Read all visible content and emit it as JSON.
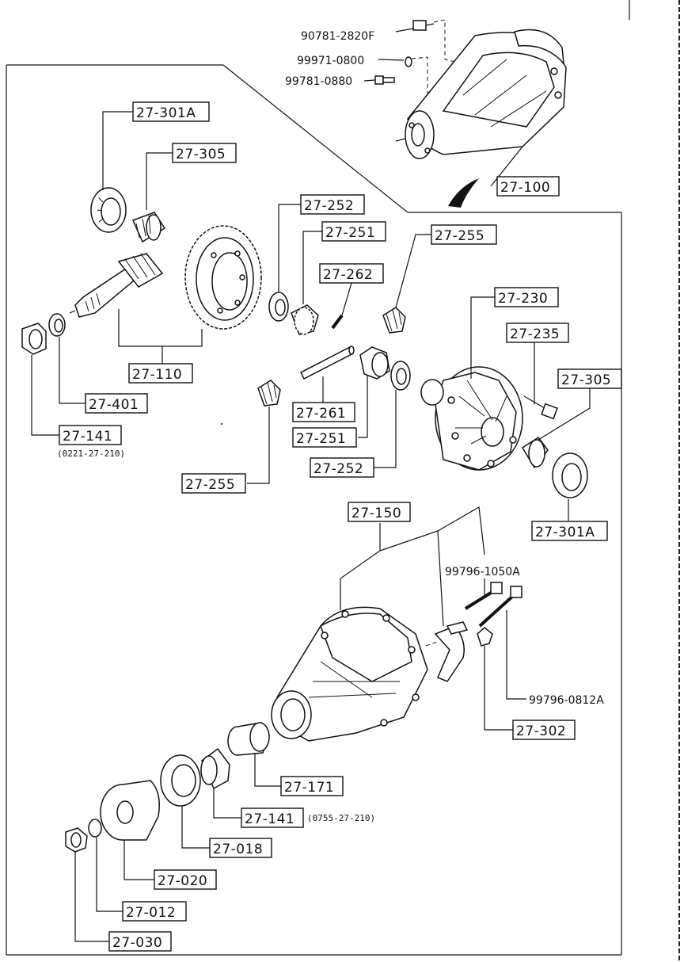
{
  "labels": {
    "p_90781_2820F": "90781-2820F",
    "p_99971_0800": "99971-0800",
    "p_99781_0880": "99781-0880",
    "p_27_100": "27-100",
    "p_27_301A_top": "27-301A",
    "p_27_305_top": "27-305",
    "p_27_252_top": "27-252",
    "p_27_251_top": "27-251",
    "p_27_262": "27-262",
    "p_27_255_top": "27-255",
    "p_27_230": "27-230",
    "p_27_235": "27-235",
    "p_27_305_right": "27-305",
    "p_27_110": "27-110",
    "p_27_401": "27-401",
    "p_27_141_top": "27-141",
    "p_27_261": "27-261",
    "p_27_251_bottom": "27-251",
    "p_27_252_bottom": "27-252",
    "p_27_255_bottom": "27-255",
    "p_27_301A_right": "27-301A",
    "p_27_150": "27-150",
    "p_99796_1050A": "99796-1050A",
    "p_99796_0812A": "99796-0812A",
    "p_27_302": "27-302",
    "p_27_171": "27-171",
    "p_27_141_bottom": "27-141",
    "p_27_018": "27-018",
    "p_27_020": "27-020",
    "p_27_012": "27-012",
    "p_27_030": "27-030"
  },
  "notes": {
    "n_0221": "(0221-27-210)",
    "n_0755": "(0755-27-210)"
  }
}
